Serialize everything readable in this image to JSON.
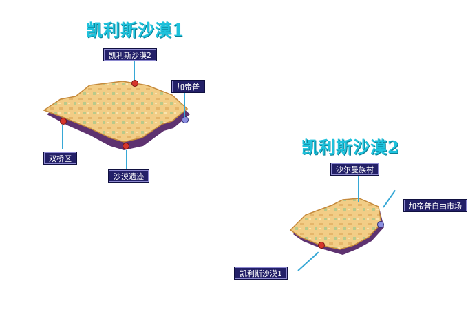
{
  "maps": [
    {
      "title": "凯利斯沙漠1",
      "exits": [
        {
          "label": "凯利斯沙漠2",
          "marker": "red-portal"
        },
        {
          "label": "加帝普",
          "marker": "blue-portal"
        },
        {
          "label": "双桥区",
          "marker": "red-portal"
        },
        {
          "label": "沙漠遗迹",
          "marker": "red-portal"
        }
      ]
    },
    {
      "title": "凯利斯沙漠2",
      "exits": [
        {
          "label": "沙尔曼族村"
        },
        {
          "label": "加帝普自由市场",
          "marker": "blue-portal"
        },
        {
          "label": "凯利斯沙漠1",
          "marker": "red-portal"
        }
      ]
    }
  ],
  "colors": {
    "title": "#1ec2dc",
    "label_bg": "#232068",
    "connector": "#37a8d6",
    "sand": "#f2cd86",
    "wall": "#6a3a7c"
  }
}
